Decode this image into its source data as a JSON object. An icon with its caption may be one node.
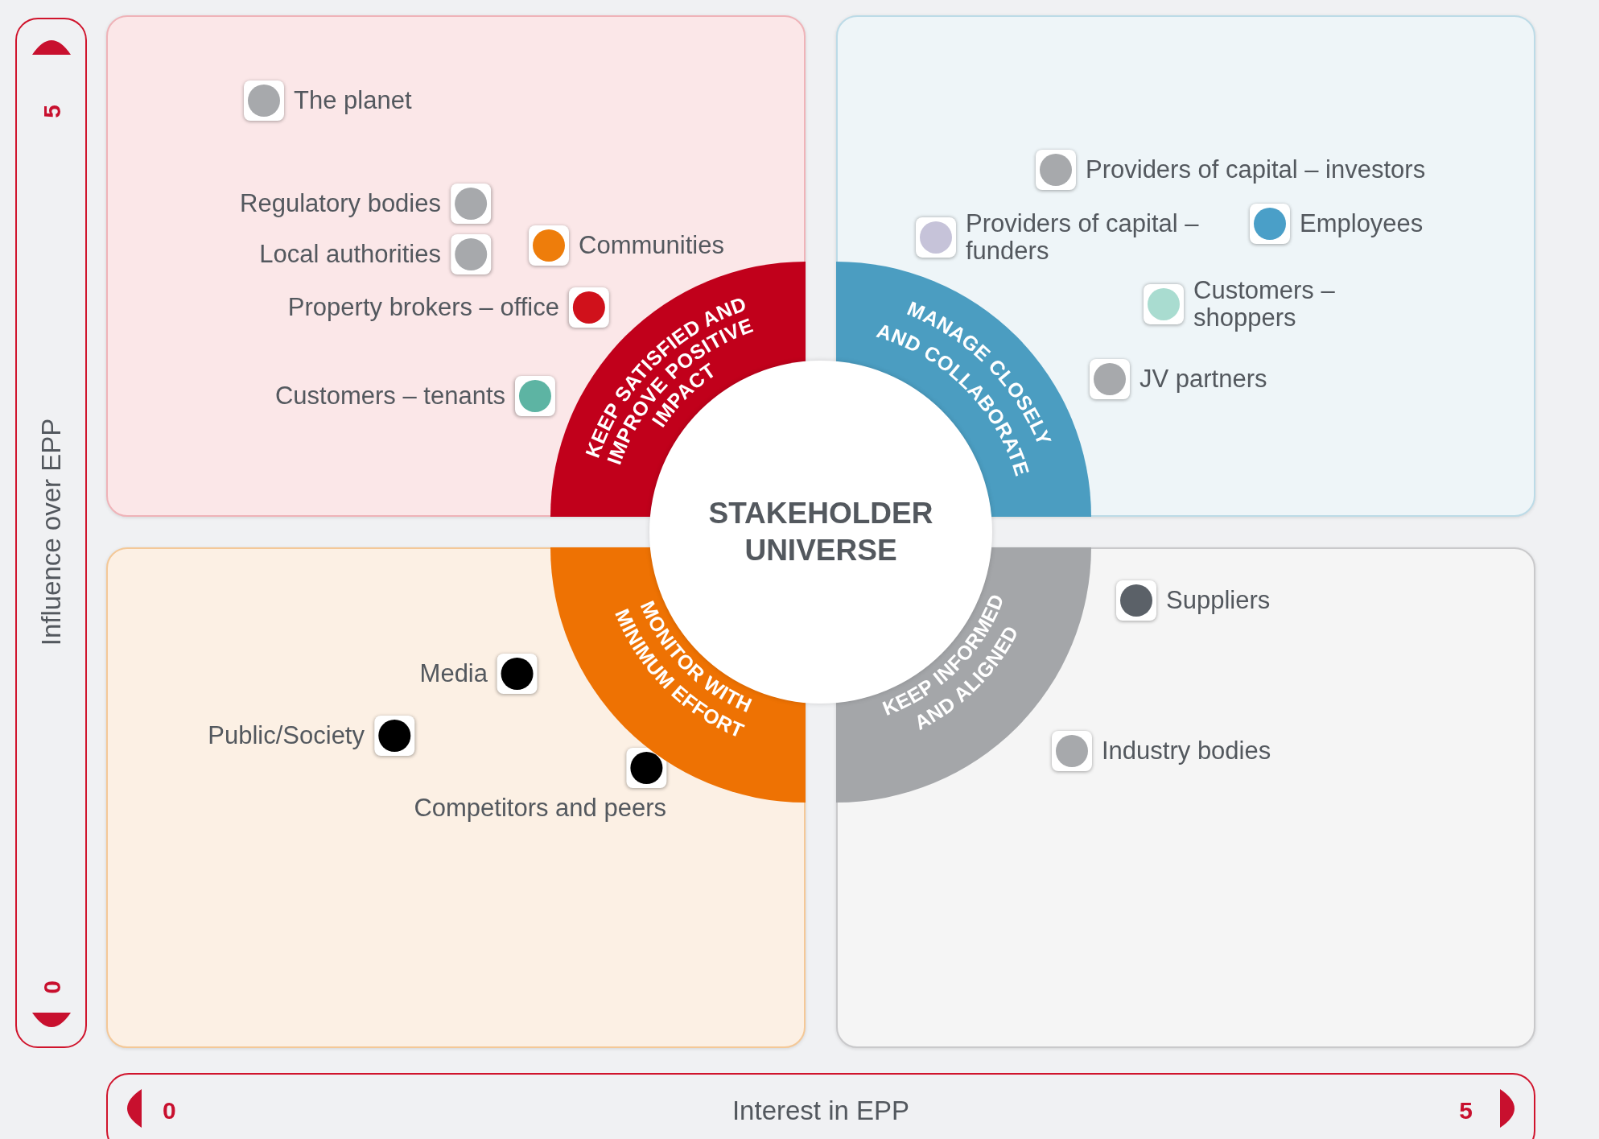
{
  "diagram": {
    "nodes": [
      {
        "text": [],
        "shape": "box"
      },
      {
        "text": [
          "The planet"
        ],
        "in": 0
      },
      {
        "text": [
          "Regulatory bodies"
        ],
        "in": 0
      },
      {
        "text": [
          "Local authorities"
        ],
        "in": 0
      },
      {
        "text": [
          "Communities"
        ],
        "in": 0
      },
      {
        "text": [
          "Property brokers – office"
        ],
        "in": 0
      },
      {
        "text": [
          "Customers – tenants"
        ],
        "in": 0
      },
      {
        "text": [],
        "shape": "box"
      },
      {
        "text": [
          "Providers of capital – investors"
        ],
        "in": 7
      },
      {
        "text": [
          "Providers of capital – funders"
        ],
        "in": 7
      },
      {
        "text": [
          "Employees"
        ],
        "in": 7
      },
      {
        "text": [
          "Customers – shoppers"
        ],
        "in": 7
      },
      {
        "text": [
          "JV partners"
        ],
        "in": 7
      },
      {
        "text": [
          "KEEP SATISFIED AND IMPROVE POSITIVE IMPACT"
        ],
        "in": 0
      },
      {
        "text": [
          "MANAGE CLOSELY AND COLLABORATE"
        ],
        "in": 7
      },
      {
        "text": [
          "STAKEHOLDER UNIVERSE"
        ]
      },
      {
        "text": [],
        "shape": "box"
      },
      {
        "text": [
          "Media"
        ],
        "in": 16
      },
      {
        "text": [
          "Public/Society"
        ],
        "in": 16
      },
      {
        "text": [
          "Competitors and peers"
        ],
        "in": 16
      },
      {
        "text": [
          "MONITOR WITH MINIMUM EFFORT"
        ],
        "in": 16
      },
      {
        "text": [
          "KEEP INFORMED AND ALIGNED"
        ],
        "in": 22
      },
      {
        "text": [],
        "shape": "box"
      },
      {
        "text": [
          "Suppliers"
        ],
        "in": 22
      },
      {
        "text": [
          "Industry bodies"
        ],
        "in": 22
      }
    ],
    "labels": [
      "5",
      "Influence over EPP",
      "0",
      "0",
      "Interest in EPP",
      "5"
    ]
  }
}
